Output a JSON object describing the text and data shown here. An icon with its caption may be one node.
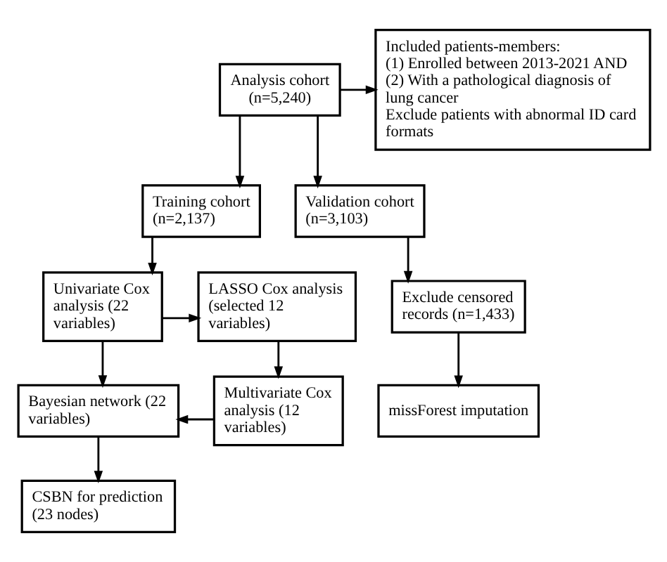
{
  "diagram": {
    "nodes": [
      {
        "text": [
          "Analysis cohort (n=5,240)"
        ]
      },
      {
        "text": [
          "Included patients-members:",
          "(1) Enrolled between 2013-2021 AND",
          "(2) With a pathological diagnosis of lung cancer",
          "Exclude patients with abnormal ID card formats"
        ]
      },
      {
        "text": [
          "Training cohort (n=2,137)"
        ]
      },
      {
        "text": [
          "Validation cohort (n=3,103)"
        ]
      },
      {
        "text": [
          "Univariate Cox analysis (22 variables)"
        ]
      },
      {
        "text": [
          "LASSO Cox analysis (selected 12 variables)"
        ]
      },
      {
        "text": [
          "Exclude censored records (n=1,433)"
        ]
      },
      {
        "text": [
          "Bayesian network (22 variables)"
        ]
      },
      {
        "text": [
          "Multivariate Cox analysis (12 variables)"
        ]
      },
      {
        "text": [
          "missForest imputation"
        ]
      },
      {
        "text": [
          "CSBN for prediction (23 nodes)"
        ]
      }
    ],
    "edges": [
      {
        "from": 0,
        "to": 1,
        "arrow": "to"
      },
      {
        "from": 0,
        "to": 2,
        "arrow": "to"
      },
      {
        "from": 0,
        "to": 3,
        "arrow": "to"
      },
      {
        "from": 2,
        "to": 4,
        "arrow": "to"
      },
      {
        "from": 4,
        "to": 5,
        "arrow": "to"
      },
      {
        "from": 5,
        "to": 8,
        "arrow": "to"
      },
      {
        "from": 8,
        "to": 7,
        "arrow": "to"
      },
      {
        "from": 4,
        "to": 7,
        "arrow": "to"
      },
      {
        "from": 7,
        "to": 10,
        "arrow": "to"
      },
      {
        "from": 3,
        "to": 6,
        "arrow": "to"
      },
      {
        "from": 6,
        "to": 9,
        "arrow": "to"
      }
    ]
  }
}
